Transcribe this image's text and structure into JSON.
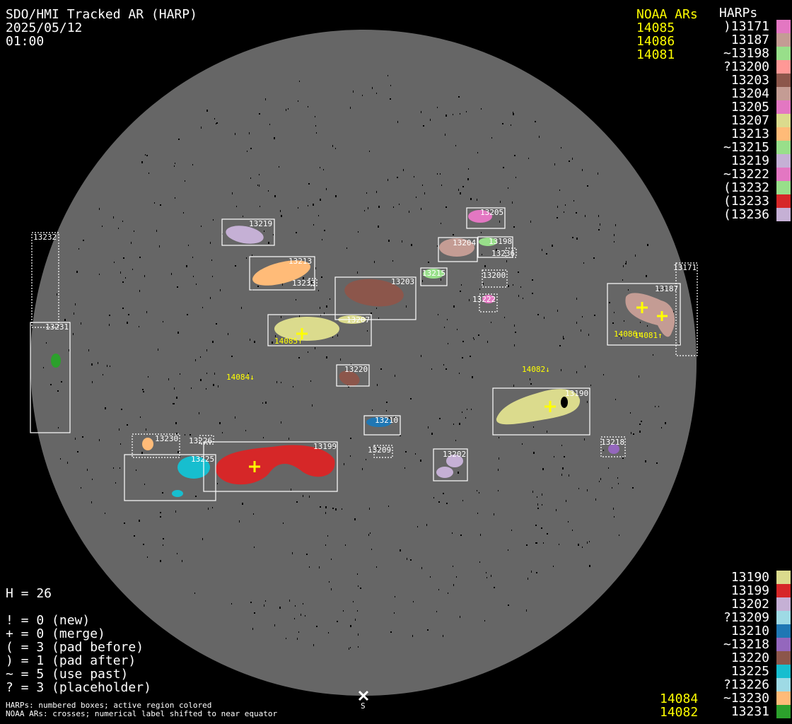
{
  "header": {
    "title": "SDO/HMI Tracked AR (HARP)",
    "date": "2025/05/12",
    "time": "01:00"
  },
  "noaa_header": "NOAA ARs",
  "noaa_top": [
    "14085",
    "14086",
    "14081"
  ],
  "noaa_bottom": [
    "14084",
    "14082"
  ],
  "harps_header": "HARPs",
  "harps_top": [
    {
      "label": ")13171",
      "color": "#e377c2"
    },
    {
      "label": "13187",
      "color": "#c49c94"
    },
    {
      "label": "~13198",
      "color": "#98df8a"
    },
    {
      "label": "?13200",
      "color": "#ff9896"
    },
    {
      "label": "13203",
      "color": "#8c564b"
    },
    {
      "label": "13204",
      "color": "#c49c94"
    },
    {
      "label": "13205",
      "color": "#e377c2"
    },
    {
      "label": "13207",
      "color": "#dbdb8d"
    },
    {
      "label": "13213",
      "color": "#ffbb78"
    },
    {
      "label": "~13215",
      "color": "#98df8a"
    },
    {
      "label": "13219",
      "color": "#c5b0d5"
    },
    {
      "label": "~13222",
      "color": "#e377c2"
    },
    {
      "label": "(13232",
      "color": "#98df8a"
    },
    {
      "label": "(13233",
      "color": "#d62728"
    },
    {
      "label": "(13236",
      "color": "#c5b0d5"
    }
  ],
  "harps_bottom": [
    {
      "label": "13190",
      "color": "#dbdb8d"
    },
    {
      "label": "13199",
      "color": "#d62728"
    },
    {
      "label": "13202",
      "color": "#c5b0d5"
    },
    {
      "label": "?13209",
      "color": "#9edae5"
    },
    {
      "label": "13210",
      "color": "#1f77b4"
    },
    {
      "label": "~13218",
      "color": "#9467bd"
    },
    {
      "label": "13220",
      "color": "#8c564b"
    },
    {
      "label": "13225",
      "color": "#17becf"
    },
    {
      "label": "?13226",
      "color": "#9edae5"
    },
    {
      "label": "~13230",
      "color": "#ffbb78"
    },
    {
      "label": "13231",
      "color": "#2ca02c"
    }
  ],
  "stats": {
    "h": "H = 26",
    "lines": [
      "! = 0 (new)",
      "+ = 0 (merge)",
      "( = 3 (pad before)",
      ") = 1 (pad after)",
      "~ = 5 (use past)",
      "? = 3 (placeholder)"
    ]
  },
  "footer": [
    "HARPs: numbered boxes; active region colored",
    "NOAA ARs: crosses; numerical label shifted to near equator"
  ],
  "south_label": "S",
  "disk": {
    "background": "#666666"
  },
  "regions": {
    "r13219": "13219",
    "r13213": "13213",
    "r13233": "13233",
    "r13203": "13203",
    "r13207": "13207",
    "r13220": "13220",
    "r13210": "13210",
    "r13209": "13209",
    "r13202": "13202",
    "r13230": "13230",
    "r13226": "13226",
    "r13225": "13225",
    "r13199": "13199",
    "r13232": "13232",
    "r13231": "13231",
    "r13205": "13205",
    "r13204": "13204",
    "r13198": "13198",
    "r13236": "13236",
    "r13215": "13215",
    "r13200": "13200",
    "r13222": "13222",
    "r13187": "13187",
    "r13171": "13171",
    "r13190": "13190",
    "r13218": "13218"
  },
  "noaa_labels": {
    "a14085": "14085↑",
    "a14086": "14086↑",
    "a14081": "14081↑",
    "a14082": "14082↓",
    "a14084": "14084↓"
  }
}
